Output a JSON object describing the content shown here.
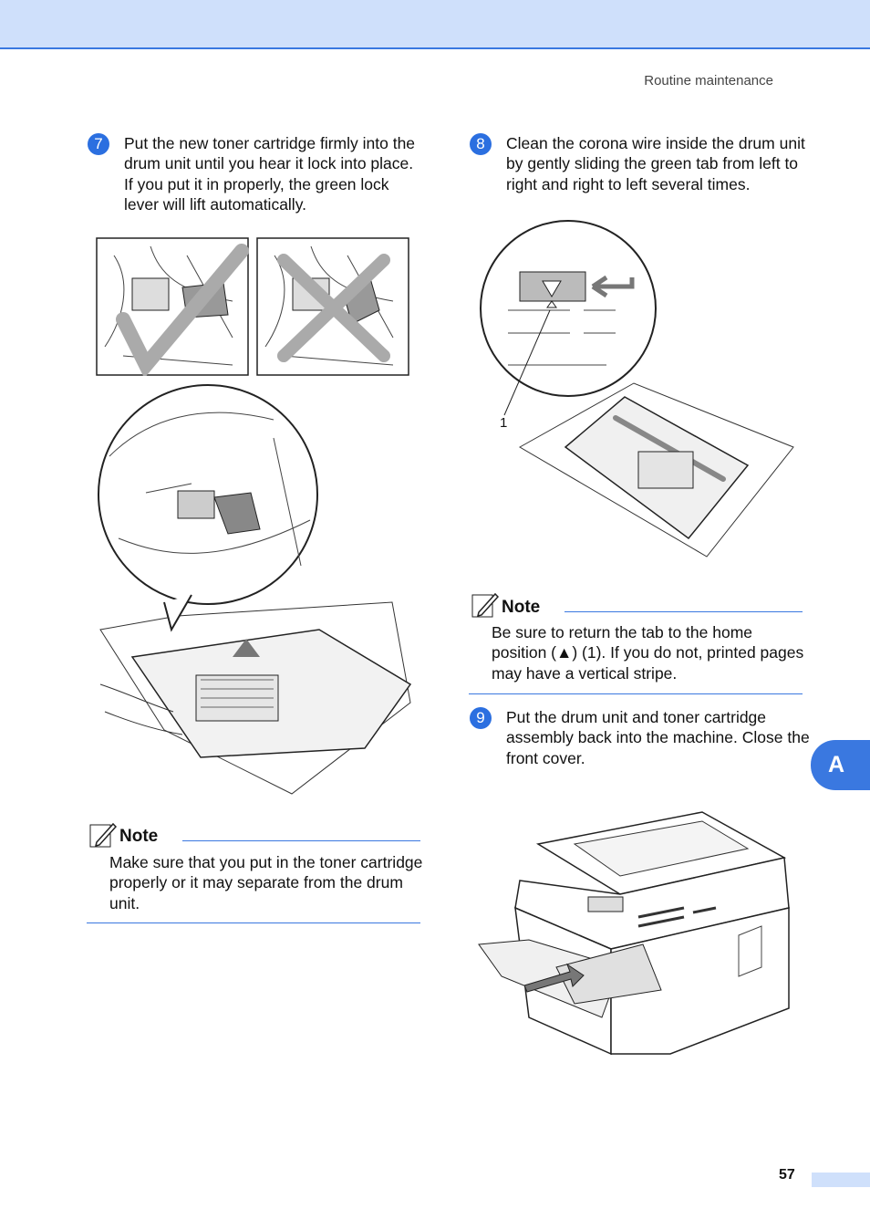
{
  "header": {
    "section_title": "Routine maintenance"
  },
  "steps": [
    {
      "number": "7",
      "text": "Put the new toner cartridge firmly into the drum unit until you hear it lock into place. If you put it in properly, the green lock lever will lift automatically."
    },
    {
      "number": "8",
      "text": "Clean the corona wire inside the drum unit by gently sliding the green tab from left to right and right to left several times."
    },
    {
      "number": "9",
      "text": "Put the drum unit and toner cartridge assembly back into the machine. Close the front cover."
    }
  ],
  "notes": [
    {
      "title": "Note",
      "body": "Make sure that you put in the toner cartridge properly or it may separate from the drum unit."
    },
    {
      "title": "Note",
      "body": "Be sure to return the tab to the home position (▲) (1). If you do not, printed pages may have a vertical stripe."
    }
  ],
  "figure_labels": {
    "callout_1": "1"
  },
  "side_tab": {
    "letter": "A"
  },
  "footer": {
    "page_number": "57"
  },
  "colors": {
    "accent": "#3a78e0",
    "band": "#cfe0fb"
  }
}
